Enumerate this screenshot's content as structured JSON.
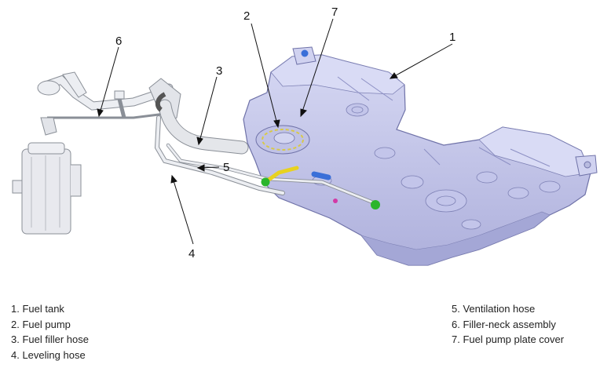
{
  "callouts": [
    {
      "number": "1"
    },
    {
      "number": "2"
    },
    {
      "number": "3"
    },
    {
      "number": "4"
    },
    {
      "number": "5"
    },
    {
      "number": "6"
    },
    {
      "number": "7"
    }
  ],
  "legend": {
    "left": [
      "1. Fuel tank",
      "2. Fuel pump",
      "3. Fuel filler hose",
      "4. Leveling hose"
    ],
    "right": [
      "5. Ventilation hose",
      "6. Filler-neck assembly",
      "7. Fuel pump plate cover"
    ]
  },
  "colors": {
    "tank_fill": "#c9cbec",
    "tank_shade": "#a9abd8",
    "tank_edge": "#6f72a8",
    "hose_fill": "#e6e8ec",
    "hose_edge": "#8a8f97",
    "connector_green": "#2bb52b",
    "connector_blue": "#3a6fd8",
    "connector_yellow": "#e8d21f",
    "connector_pink": "#d23aa6"
  }
}
